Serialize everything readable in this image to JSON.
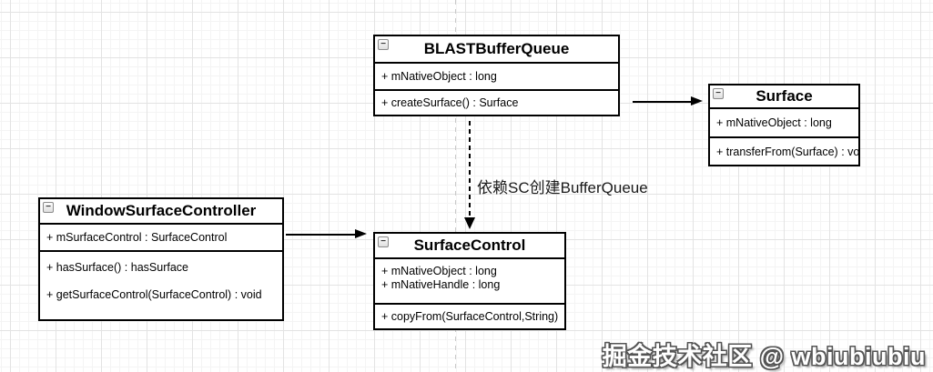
{
  "diagram": {
    "collapse_glyph": "−",
    "classes": [
      {
        "name": "BLASTBufferQueue",
        "fields": [
          "+ mNativeObject : long"
        ],
        "methods": [
          "+ createSurface() : Surface"
        ]
      },
      {
        "name": "Surface",
        "fields": [
          "+ mNativeObject : long"
        ],
        "methods": [
          "+ transferFrom(Surface) : vo"
        ]
      },
      {
        "name": "WindowSurfaceController",
        "fields": [
          "+ mSurfaceControl : SurfaceControl"
        ],
        "methods": [
          "+ hasSurface() : hasSurface",
          "+ getSurfaceControl(SurfaceControl) : void"
        ]
      },
      {
        "name": "SurfaceControl",
        "fields": [
          "+ mNativeObject : long",
          "+ mNativeHandle : long"
        ],
        "methods": [
          "+ copyFrom(SurfaceControl,String)"
        ]
      }
    ],
    "relations": [
      {
        "from": "BLASTBufferQueue",
        "to": "Surface",
        "style": "solid-arrow",
        "label": ""
      },
      {
        "from": "WindowSurfaceController",
        "to": "SurfaceControl",
        "style": "solid-arrow",
        "label": ""
      },
      {
        "from": "BLASTBufferQueue",
        "to": "SurfaceControl",
        "style": "dashed-arrow",
        "label": "依赖SC创建BufferQueue"
      }
    ]
  },
  "watermark": {
    "text": "掘金技术社区 @ wbiubiubiu"
  },
  "colors": {
    "shape_stroke": "#000000",
    "grid_minor": "#f4f4f4",
    "grid_major": "#e3e3e3",
    "page_guide": "#c9c9c9",
    "watermark_fill": "#ffffff",
    "watermark_outline": "#555555"
  }
}
